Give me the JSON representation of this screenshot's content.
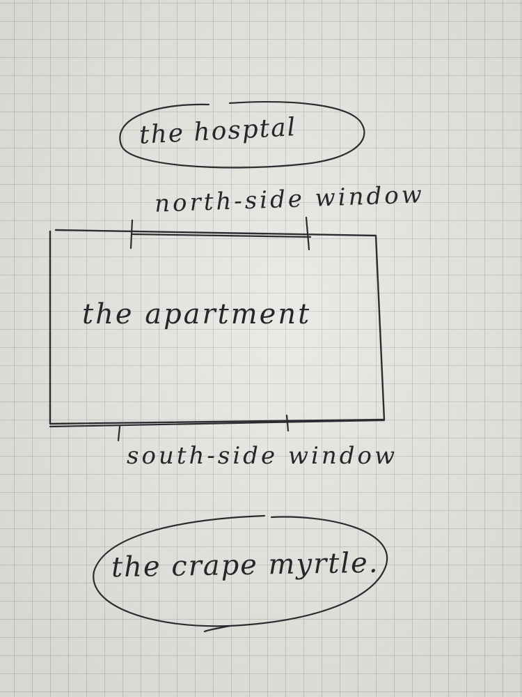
{
  "labels": {
    "hospital": "the hosptal",
    "north_window": "north-side window",
    "apartment": "the apartment",
    "south_window": "south-side window",
    "crape_myrtle": "the crape myrtle."
  },
  "colors": {
    "paper": "#e6e5e0",
    "grid": "#8a8a8a",
    "ink": "#2b2b30"
  }
}
